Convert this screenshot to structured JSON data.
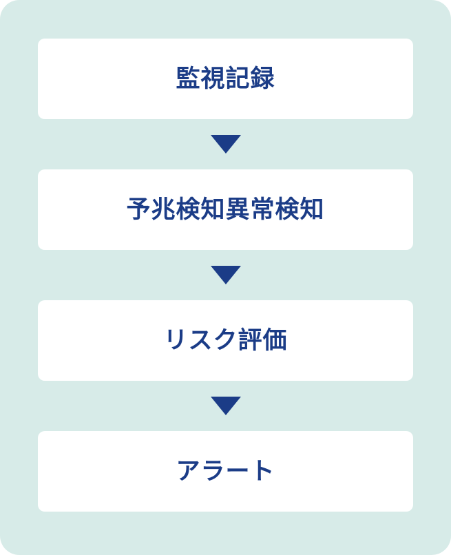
{
  "flow": {
    "steps": [
      {
        "label": "監視記録"
      },
      {
        "label": "予兆検知異常検知"
      },
      {
        "label": "リスク評価"
      },
      {
        "label": "アラート"
      }
    ]
  },
  "colors": {
    "background": "#d7ebe8",
    "box_background": "#ffffff",
    "text": "#1b3c87",
    "arrow": "#1b3c87"
  }
}
